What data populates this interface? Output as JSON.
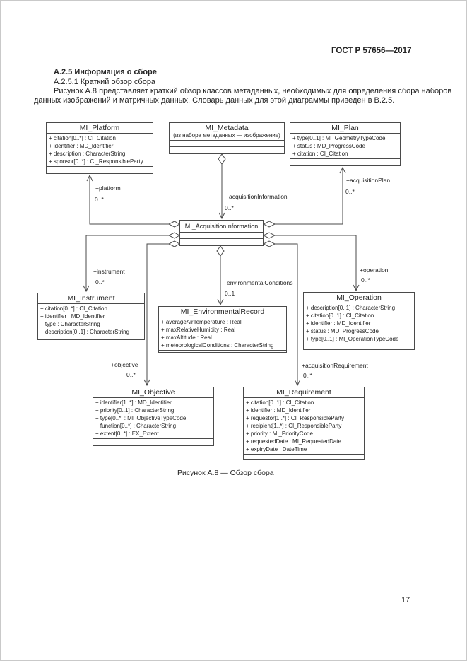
{
  "page": {
    "header": "ГОСТ Р 57656—2017",
    "page_number": "17"
  },
  "content": {
    "section_heading": "А.2.5 Информация о сборе",
    "subsection_heading": "А.2.5.1 Краткий обзор сбора",
    "paragraph_lines": [
      "Рисунок А.8 представляет краткий обзор классов метаданных, необходимых для определения сбора наборов",
      "данных изображений и матричных данных. Словарь данных для этой диаграммы приведен в В.2.5."
    ],
    "figure_caption": "Рисунок А.8 — Обзор сбора"
  },
  "diagram": {
    "classes": {
      "platform": {
        "title": "MI_Platform",
        "attrs": [
          "+ citation[0..*] : CI_Citation",
          "+ identifier : MD_Identifier",
          "+ description : CharacterString",
          "+ sponsor[0..*] : CI_ResponsibleParty"
        ]
      },
      "metadata": {
        "title": "MI_Metadata",
        "subtitle": "(из набора метаданных — изображение)"
      },
      "plan": {
        "title": "MI_Plan",
        "attrs": [
          "+ type[0..1] : MI_GeometryTypeCode",
          "+ status : MD_ProgressCode",
          "+ citation : CI_Citation"
        ]
      },
      "acquisition": {
        "title": "MI_AcquisitionInformation"
      },
      "instrument": {
        "title": "MI_Instrument",
        "attrs": [
          "+ citation[0..*] : CI_Citation",
          "+ identifier : MD_Identifier",
          "+ type : CharacterString",
          "+ description[0..1] : CharacterString"
        ]
      },
      "environmental": {
        "title": "MI_EnvironmentalRecord",
        "attrs": [
          "+ averageAirTemperature : Real",
          "+ maxRelativeHumidity : Real",
          "+ maxAltitude : Real",
          "+ meteorologicalConditions : CharacterString"
        ]
      },
      "operation": {
        "title": "MI_Operation",
        "attrs": [
          "+ description[0..1] : CharacterString",
          "+ citation[0..1] : CI_Citation",
          "+ identifier : MD_Identifier",
          "+ status : MD_ProgressCode",
          "+ type[0..1] : MI_OperationTypeCode"
        ]
      },
      "objective": {
        "title": "MI_Objective",
        "attrs": [
          "+ identifier[1..*] : MD_Identifier",
          "+ priority[0..1] : CharacterString",
          "+ type[0..*] : MI_ObjectiveTypeCode",
          "+ function[0..*] : CharacterString",
          "+ extent[0..*] : EX_Extent"
        ]
      },
      "requirement": {
        "title": "MI_Requirement",
        "attrs": [
          "+ citation[0..1] : CI_Citation",
          "+ identifier : MD_Identifier",
          "+ requestor[1..*] : CI_ResponsibleParty",
          "+ recipient[1..*] : CI_ResponsibleParty",
          "+ priority : MI_PriorityCode",
          "+ requestedDate : MI_RequestedDate",
          "+ expiryDate : DateTime"
        ]
      }
    },
    "edges": {
      "platform": {
        "role": "+platform",
        "mult": "0..*"
      },
      "acquisitionInformation": {
        "role": "+acquisitionInformation",
        "mult": "0..*"
      },
      "acquisitionPlan": {
        "role": "+acquisitionPlan",
        "mult": "0..*"
      },
      "instrument": {
        "role": "+instrument",
        "mult": "0..*"
      },
      "environmentalConditions": {
        "role": "+environmentalConditions",
        "mult": "0..1"
      },
      "operation": {
        "role": "+operation",
        "mult": "0..*"
      },
      "objective": {
        "role": "+objective",
        "mult": "0..*"
      },
      "acquisitionRequirement": {
        "role": "+acquisitionRequirement",
        "mult": "0..*"
      }
    }
  }
}
